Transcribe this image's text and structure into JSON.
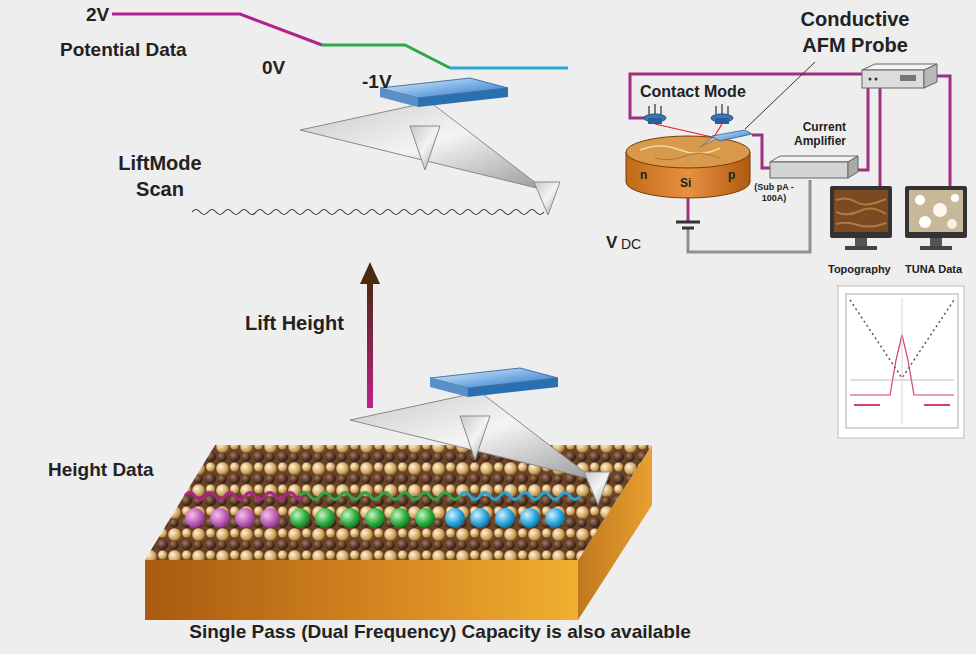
{
  "diagram": {
    "caption": "Single Pass (Dual Frequency) Capacity is also available",
    "labels": [
      "2V",
      "Potential Data",
      "0V",
      "-1V",
      "Conductive AFM Probe",
      "Contact Mode",
      "LiftMode Scan",
      "Current Amplifier",
      "(Sub pA - 100A)",
      "n",
      "Si",
      "p",
      "V",
      "DC",
      "Topography",
      "TUNA Data",
      "Lift Height",
      "Height Data"
    ]
  }
}
